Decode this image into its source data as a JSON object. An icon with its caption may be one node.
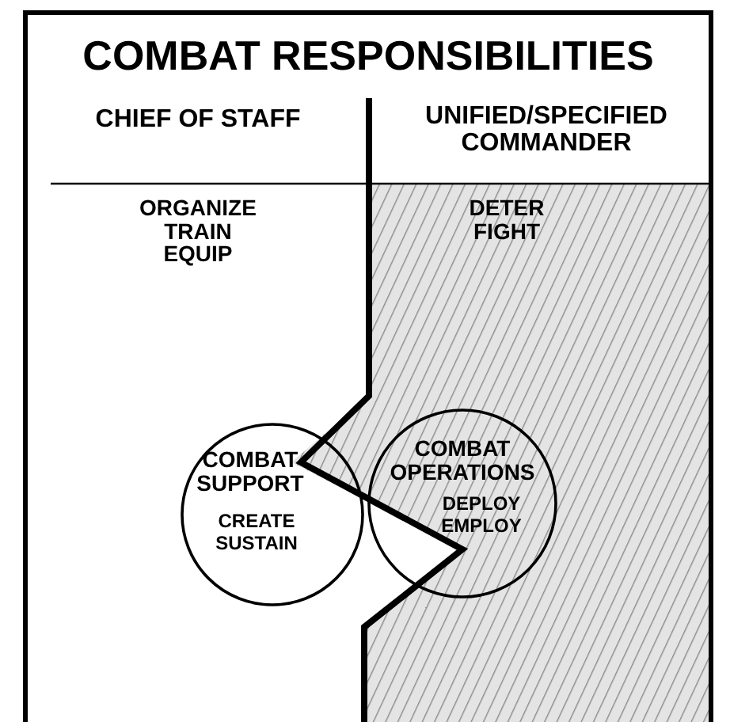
{
  "diagram": {
    "title": "COMBAT RESPONSIBILITIES",
    "nodes": [
      {
        "text": [
          "COMBAT SUPPORT",
          "CREATE SUSTAIN"
        ]
      },
      {
        "text": [
          "COMBAT OPERATIONS",
          "DEPLOY EMPLOY"
        ]
      }
    ],
    "labels": [
      "CHIEF OF STAFF",
      "UNIFIED/SPECIFIED COMMANDER",
      "ORGANIZE TRAIN EQUIP",
      "DETER FIGHT"
    ]
  }
}
